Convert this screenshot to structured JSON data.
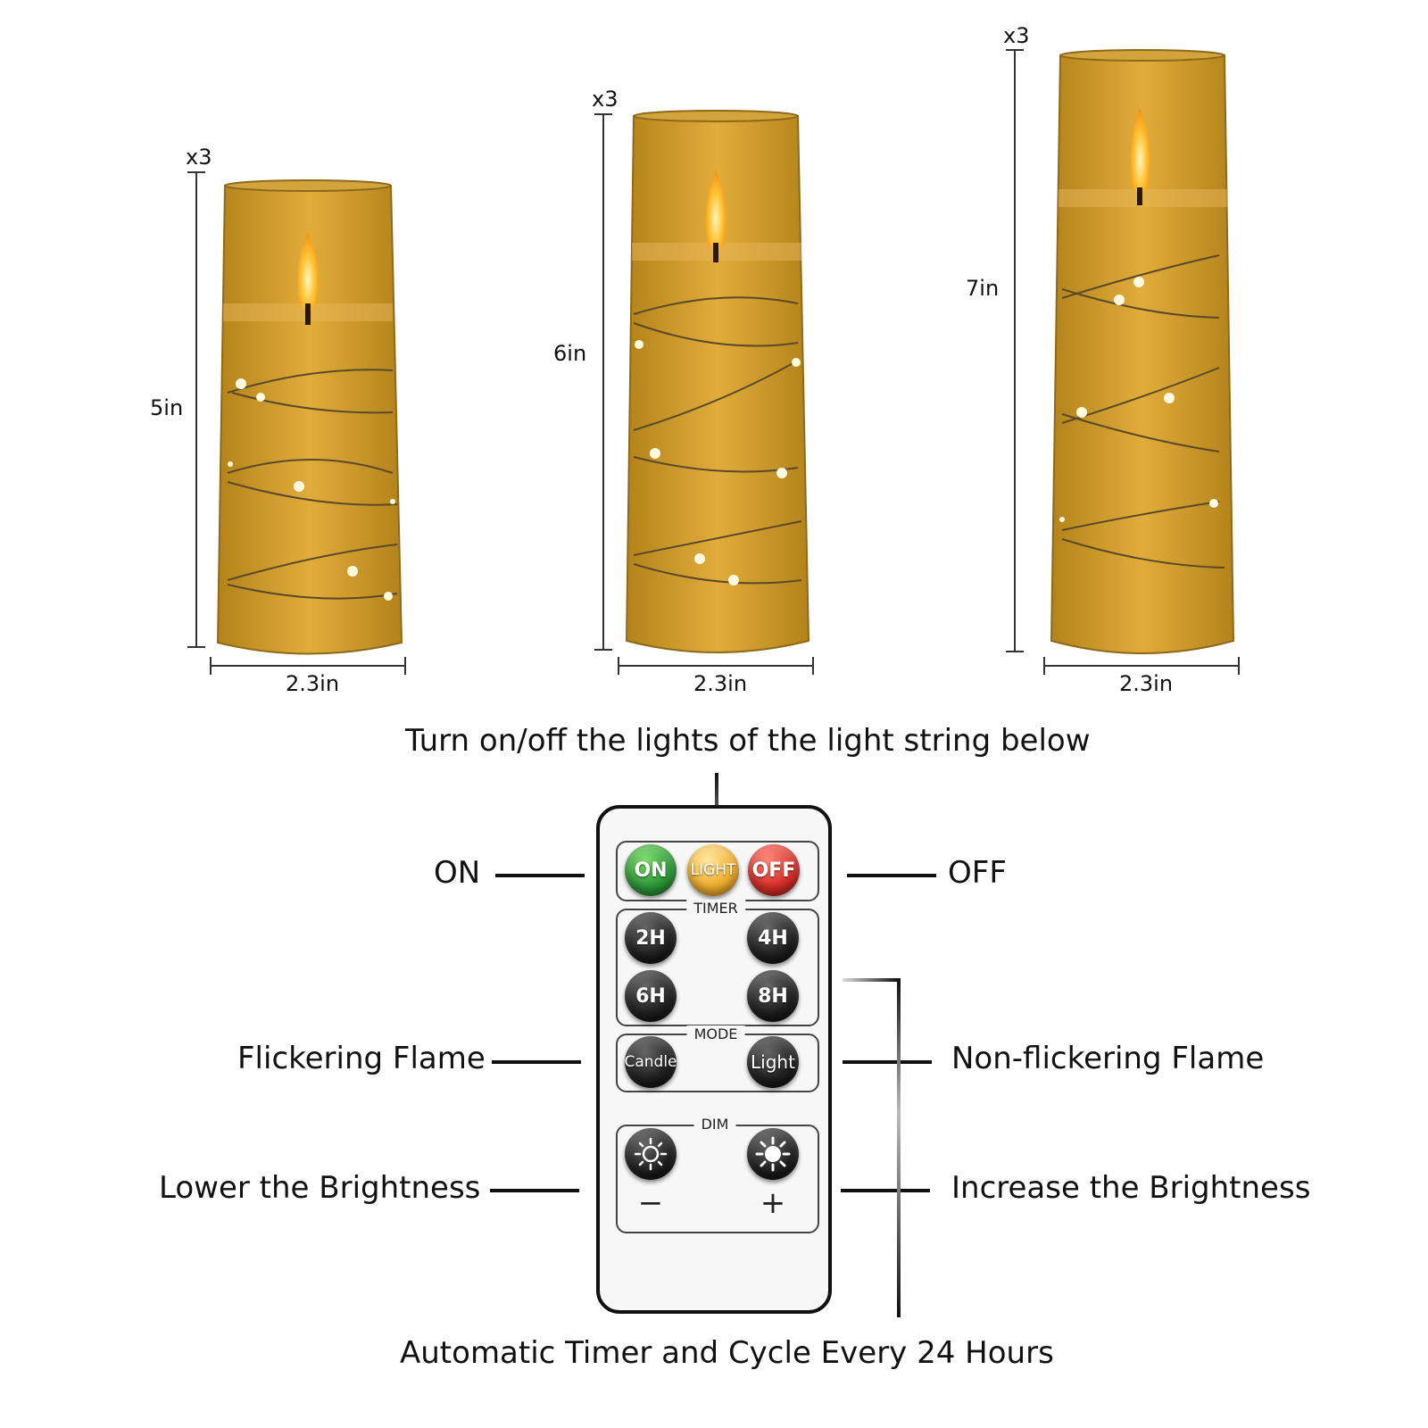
{
  "candles": [
    {
      "count": "x3",
      "height": "5in",
      "width": "2.3in"
    },
    {
      "count": "x3",
      "height": "6in",
      "width": "2.3in"
    },
    {
      "count": "x3",
      "height": "7in",
      "width": "2.3in"
    }
  ],
  "callouts": {
    "light_string": "Turn on/off the lights of the light string below",
    "on": "ON",
    "off": "OFF",
    "flickering": "Flickering Flame",
    "non_flickering": "Non-flickering Flame",
    "lower": "Lower the Brightness",
    "increase": "Increase the Brightness",
    "timer_cycle": "Automatic Timer and Cycle Every 24 Hours"
  },
  "remote": {
    "buttons": {
      "on": "ON",
      "light": "LIGHT",
      "off": "OFF"
    },
    "timer": {
      "label": "TIMER",
      "buttons": [
        "2H",
        "4H",
        "6H",
        "8H"
      ]
    },
    "mode": {
      "label": "MODE",
      "candle": "Candle",
      "light": "Light"
    },
    "dim": {
      "label": "DIM",
      "minus": "−",
      "plus": "+"
    }
  },
  "colors": {
    "glass": "#c9981f",
    "wax": "#e8a33c",
    "on": "#2e9a3a",
    "light": "#f0b030",
    "off": "#d9302a"
  },
  "icons": [
    "flame-icon",
    "led-string-icon",
    "sun-low-icon",
    "sun-high-icon"
  ]
}
